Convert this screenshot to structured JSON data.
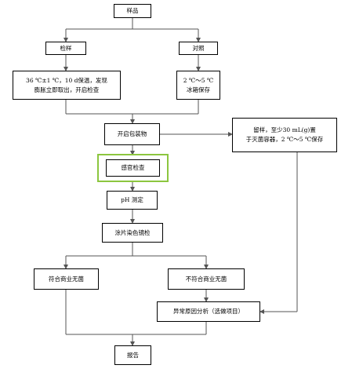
{
  "nodes": {
    "sample": "样品",
    "inspect": "检样",
    "control": "对照",
    "incubate_line1": "36 ℃±1 ℃，10 d保温，发现",
    "incubate_line2": "膨胀立即取出，开启检查",
    "fridge_line1": "2 ℃～5 ℃",
    "fridge_line2": "冰箱保存",
    "open_package": "开启包装物",
    "retain_line1": "留样，至少30 mL(g)置",
    "retain_line2": "于灭菌容器，2 ℃～5 ℃保存",
    "sensory": "感官检查",
    "ph": "pH 测定",
    "smear": "涂片染色镜检",
    "conform": "符合商业无菌",
    "nonconform": "不符合商业无菌",
    "abnormal": "异常原因分析（选做项目）",
    "report": "报告"
  },
  "colors": {
    "highlight": "#8cc63f",
    "line": "#555555"
  }
}
